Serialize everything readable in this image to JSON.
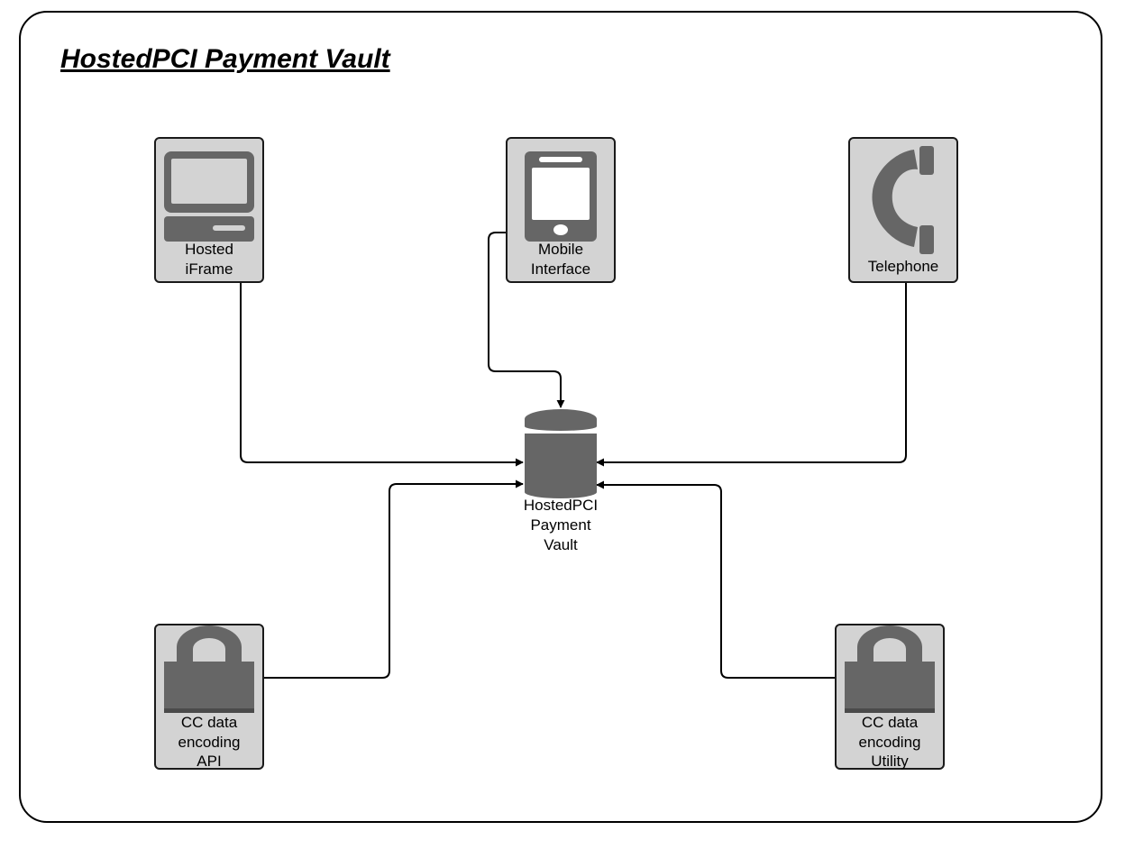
{
  "title": "HostedPCI Payment Vault",
  "nodes": {
    "iframe": {
      "icon": "computer-icon",
      "line1": "Hosted",
      "line2": "iFrame"
    },
    "mobile": {
      "icon": "smartphone-icon",
      "line1": "Mobile",
      "line2": "Interface"
    },
    "phone": {
      "icon": "telephone-icon",
      "line1": "Telephone"
    },
    "vault": {
      "icon": "database-icon",
      "line1": "HostedPCI",
      "line2": "Payment",
      "line3": "Vault"
    },
    "api": {
      "icon": "lock-icon",
      "line1": "CC data",
      "line2": "encoding",
      "line3": "API"
    },
    "utility": {
      "icon": "lock-icon",
      "line1": "CC data",
      "line2": "encoding",
      "line3": "Utility"
    }
  },
  "edges": [
    {
      "from": "iframe",
      "to": "vault"
    },
    {
      "from": "mobile",
      "to": "vault"
    },
    {
      "from": "phone",
      "to": "vault"
    },
    {
      "from": "api",
      "to": "vault"
    },
    {
      "from": "utility",
      "to": "vault"
    }
  ],
  "colors": {
    "icon": "#666666",
    "box": "#d3d3d3",
    "stroke": "#1a1a1a"
  }
}
